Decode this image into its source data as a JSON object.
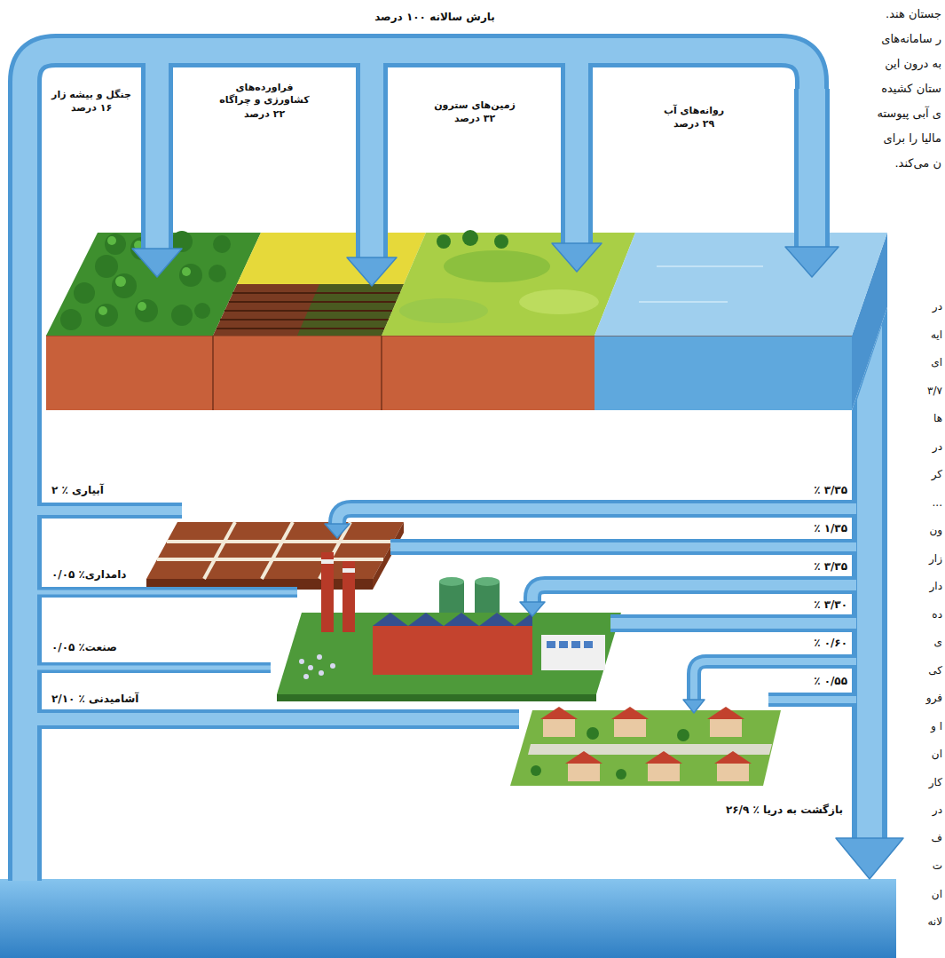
{
  "diagram": {
    "title": "بارش سالانه ۱۰۰ درصد",
    "labels": [
      "جنگل و بیشه زار",
      "۱۶ درصد",
      "فراورده‌های کشاورزی و چراگاه",
      "۲۲ درصد",
      "زمین‌های سترون",
      "۳۲ درصد",
      "روانه‌های آب",
      "۲۹ درصد",
      "جستان هند.",
      "ر سامانه‌های",
      "به درون این",
      "ستان کشیده",
      "ی آبی پیوسته",
      "مالیا را برای",
      "ن می‌کند.",
      "۲ ٪ آبیاری",
      "٪ ۳/۳۵",
      "٪ ۱/۳۵",
      "۰/۰۵ ٪دامداری",
      "٪ ۳/۳۵",
      "٪ ۳/۳۰",
      "۰/۰۵ ٪صنعت",
      "٪ ۰/۶۰",
      "۲/۱۰ ٪ آشامیدنی",
      "٪ ۰/۵۵",
      "۲۶/۹ ٪ بازگشت به دریا",
      "در",
      "ایه",
      "ای",
      "۳/۷",
      "ها",
      "در",
      "کر",
      "...",
      "ون",
      "زار",
      "دار",
      "ده",
      "ی",
      "کی",
      "فرو",
      "ا و",
      "ان",
      "کار",
      "در",
      "ف",
      "ت",
      "ان",
      "لانه"
    ]
  }
}
